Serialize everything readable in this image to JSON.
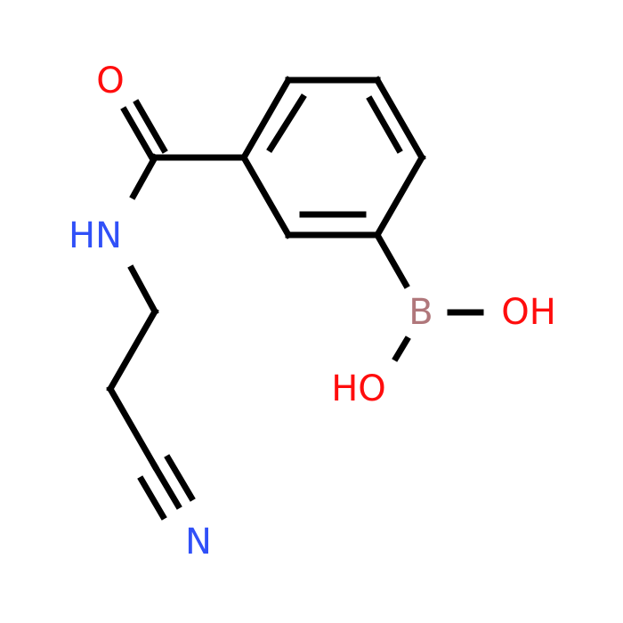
{
  "molecule": {
    "atoms": {
      "carbonyl_oxygen": {
        "symbol": "O",
        "color": "#ff0d0d"
      },
      "amide_nitrogen": {
        "symbol": "HN",
        "color": "#3050f8"
      },
      "nitrile_nitrogen": {
        "symbol": "N",
        "color": "#3050f8"
      },
      "boron": {
        "symbol": "B",
        "color": "#b0777b"
      },
      "boronic_oh_right": {
        "symbol": "OH",
        "color": "#ff0d0d"
      },
      "boronic_oh_left": {
        "symbol": "HO",
        "color": "#ff0d0d"
      }
    },
    "bond_color": "#000000",
    "background": "#ffffff"
  }
}
